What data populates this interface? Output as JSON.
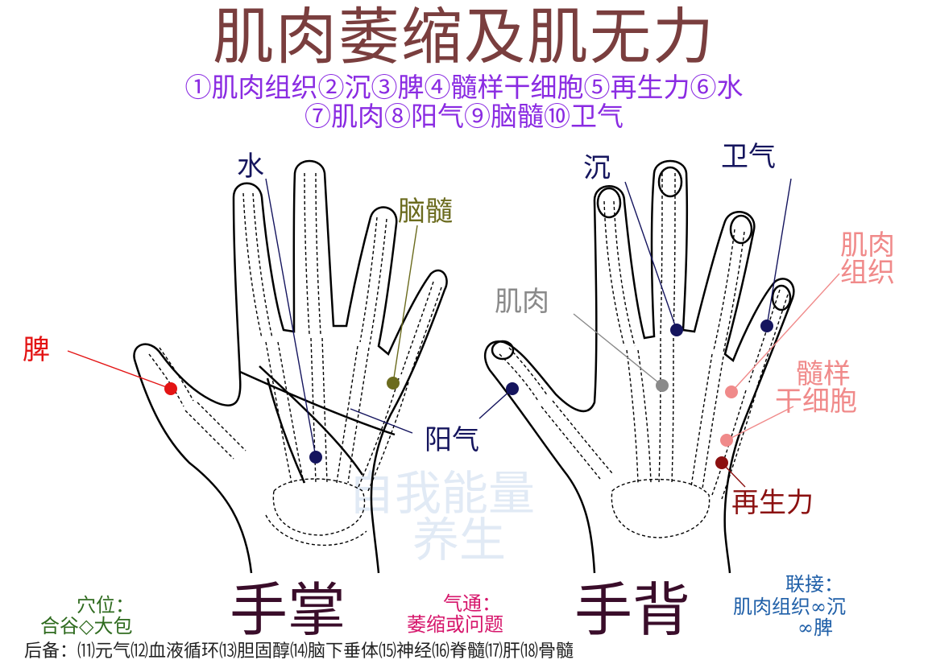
{
  "title": "肌肉萎缩及肌无力",
  "legend": {
    "line1": "①肌肉组织②沉③脾④髓样干细胞⑤再生力⑥水",
    "line2": "⑦肌肉⑧阳气⑨脑髓⑩卫气"
  },
  "points": {
    "shui": "水",
    "naosui": "脑髓",
    "pi": "脾",
    "yangqi": "阳气",
    "chen": "沉",
    "weiqi": "卫气",
    "jirou": "肌肉",
    "jirou_zuzhi_1": "肌肉",
    "jirou_zuzhi_2": "组织",
    "suiyang_1": "髓样",
    "suiyang_2": "干细胞",
    "zaishengli": "再生力"
  },
  "hands": {
    "palm_label": "手掌",
    "back_label": "手背"
  },
  "acupoints": {
    "heading": "穴位：",
    "value": "合谷◇大包"
  },
  "qitong": {
    "heading": "气通：",
    "value": "萎缩或问题"
  },
  "link": {
    "heading": "联接：",
    "line1": "肌肉组织∞沉",
    "line2": "∞脾"
  },
  "backup": "后备：⑾元气⑿血液循环⒀胆固醇⒁脑下垂体⒂神经⒃脊髓⒄肝⒅骨髓",
  "watermark": {
    "line1": "自我能量",
    "line2": "养生"
  },
  "colors": {
    "title": "#7a3e3e",
    "legend": "#8a2be2",
    "navy": "#15155e",
    "olive": "#6b6b1e",
    "red": "#e31414",
    "gray": "#8a8a8a",
    "pink": "#f08a8a",
    "darkred": "#8b1010",
    "green": "#2f6b1f",
    "magenta": "#d6166b",
    "blue": "#1f5fa8"
  }
}
